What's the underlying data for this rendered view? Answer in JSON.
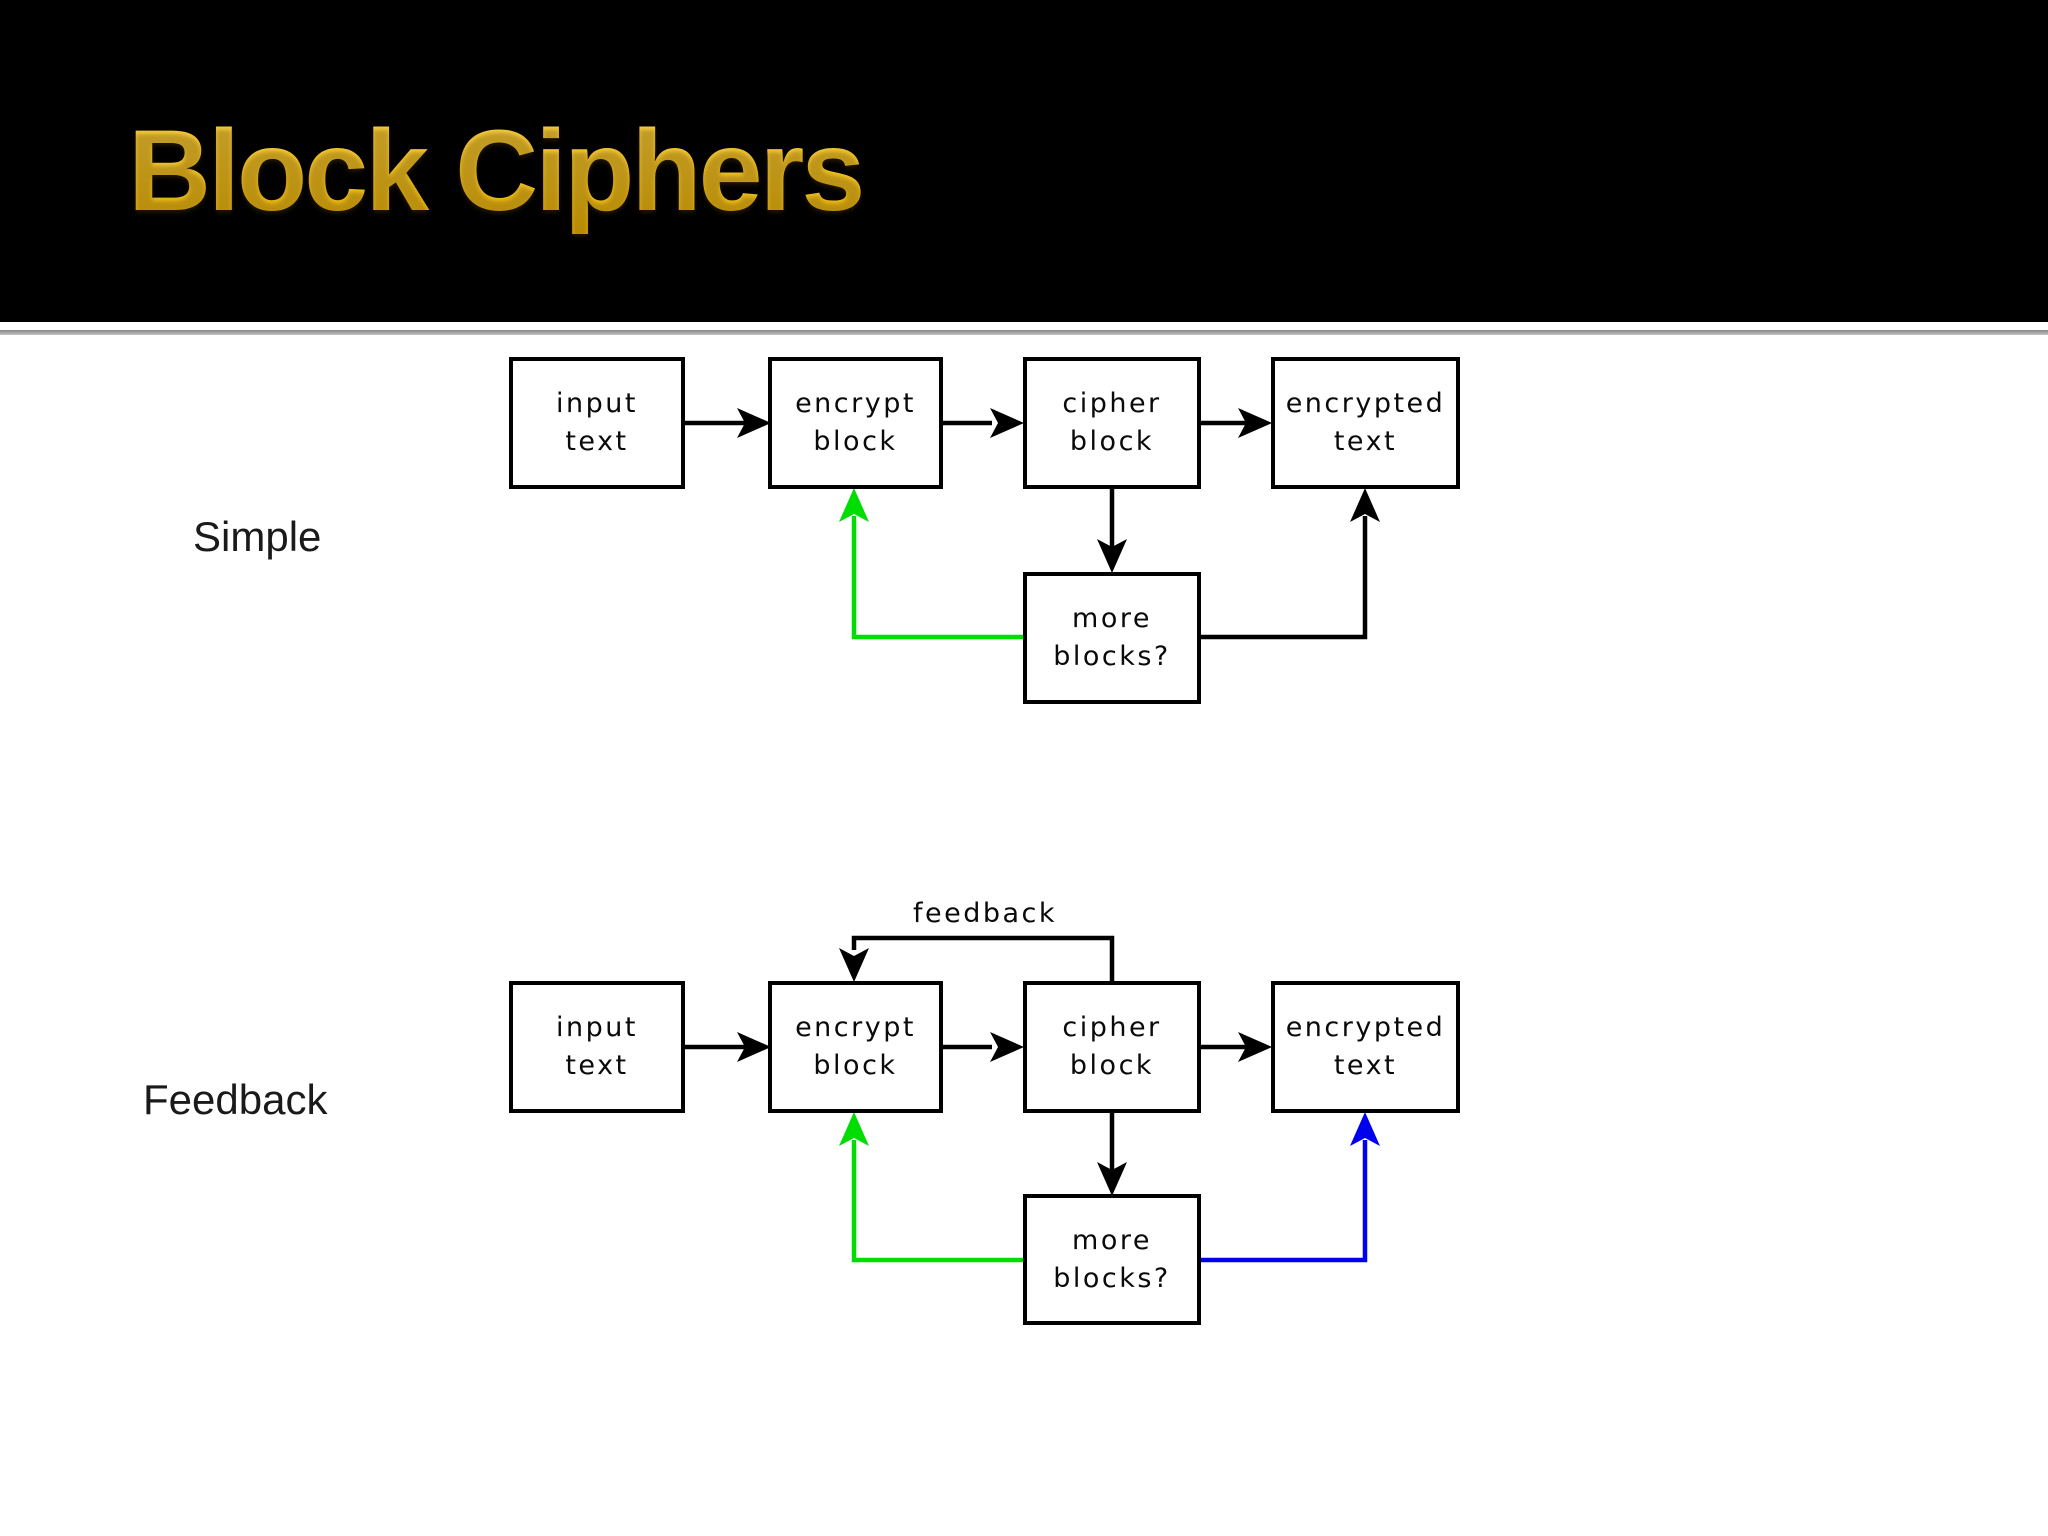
{
  "header": {
    "title": "Block Ciphers"
  },
  "colors": {
    "header_bg": "#000000",
    "title_top": "#ffd84d",
    "title_bottom": "#e9b200",
    "title_fallback": "#f2c200",
    "divider_dark": "#858585",
    "divider_light": "#c4c4c4",
    "accent_green": "#00dd00",
    "accent_blue": "#0000ee"
  },
  "sections": {
    "simple": {
      "label": "Simple",
      "boxes": {
        "input": {
          "line1": "input",
          "line2": "text"
        },
        "encrypt": {
          "line1": "encrypt",
          "line2": "block"
        },
        "cipher": {
          "line1": "cipher",
          "line2": "block"
        },
        "encrypted": {
          "line1": "encrypted",
          "line2": "text"
        },
        "more": {
          "line1": "more",
          "line2": "blocks?"
        }
      }
    },
    "feedback": {
      "label": "Feedback",
      "annotation": "feedback",
      "boxes": {
        "input": {
          "line1": "input",
          "line2": "text"
        },
        "encrypt": {
          "line1": "encrypt",
          "line2": "block"
        },
        "cipher": {
          "line1": "cipher",
          "line2": "block"
        },
        "encrypted": {
          "line1": "encrypted",
          "line2": "text"
        },
        "more": {
          "line1": "more",
          "line2": "blocks?"
        }
      }
    }
  }
}
